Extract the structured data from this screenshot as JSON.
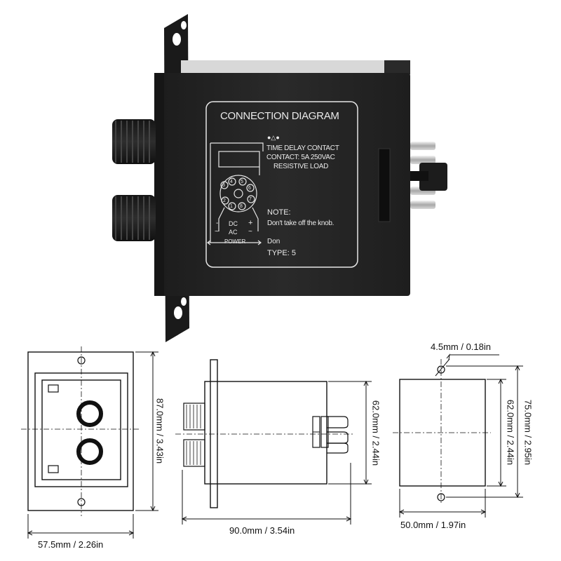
{
  "product_photo": {
    "label_panel": {
      "title": "CONNECTION DIAGRAM",
      "symbols": "●△●",
      "contact_line1": "TIME DELAY CONTACT",
      "contact_line2": "CONTACT: 5A 250VAC",
      "contact_line3": "RESISTIVE LOAD",
      "note_title": "NOTE:",
      "note_text": "Don't take off the knob.",
      "brand": "Don",
      "type": "TYPE: 5",
      "power_dc": "DC",
      "power_ac": "AC",
      "power_label": "POWER",
      "minus": "-",
      "plus": "+",
      "tilde_left": "~",
      "tilde_right": "~",
      "pin_numbers": [
        "1",
        "2",
        "3",
        "4",
        "5",
        "6",
        "7",
        "8"
      ]
    }
  },
  "dimension_drawings": {
    "front_view": {
      "width_label": "57.5mm / 2.26in",
      "height_label": "87.0mm / 3.43in"
    },
    "side_view": {
      "length_label": "90.0mm / 3.54in",
      "height_label": "62.0mm / 2.44in"
    },
    "rear_view": {
      "hole_label": "4.5mm / 0.18in",
      "width_label": "50.0mm / 1.97in",
      "body_height_label": "62.0mm / 2.44in",
      "total_height_label": "75.0mm / 2.95in"
    }
  }
}
